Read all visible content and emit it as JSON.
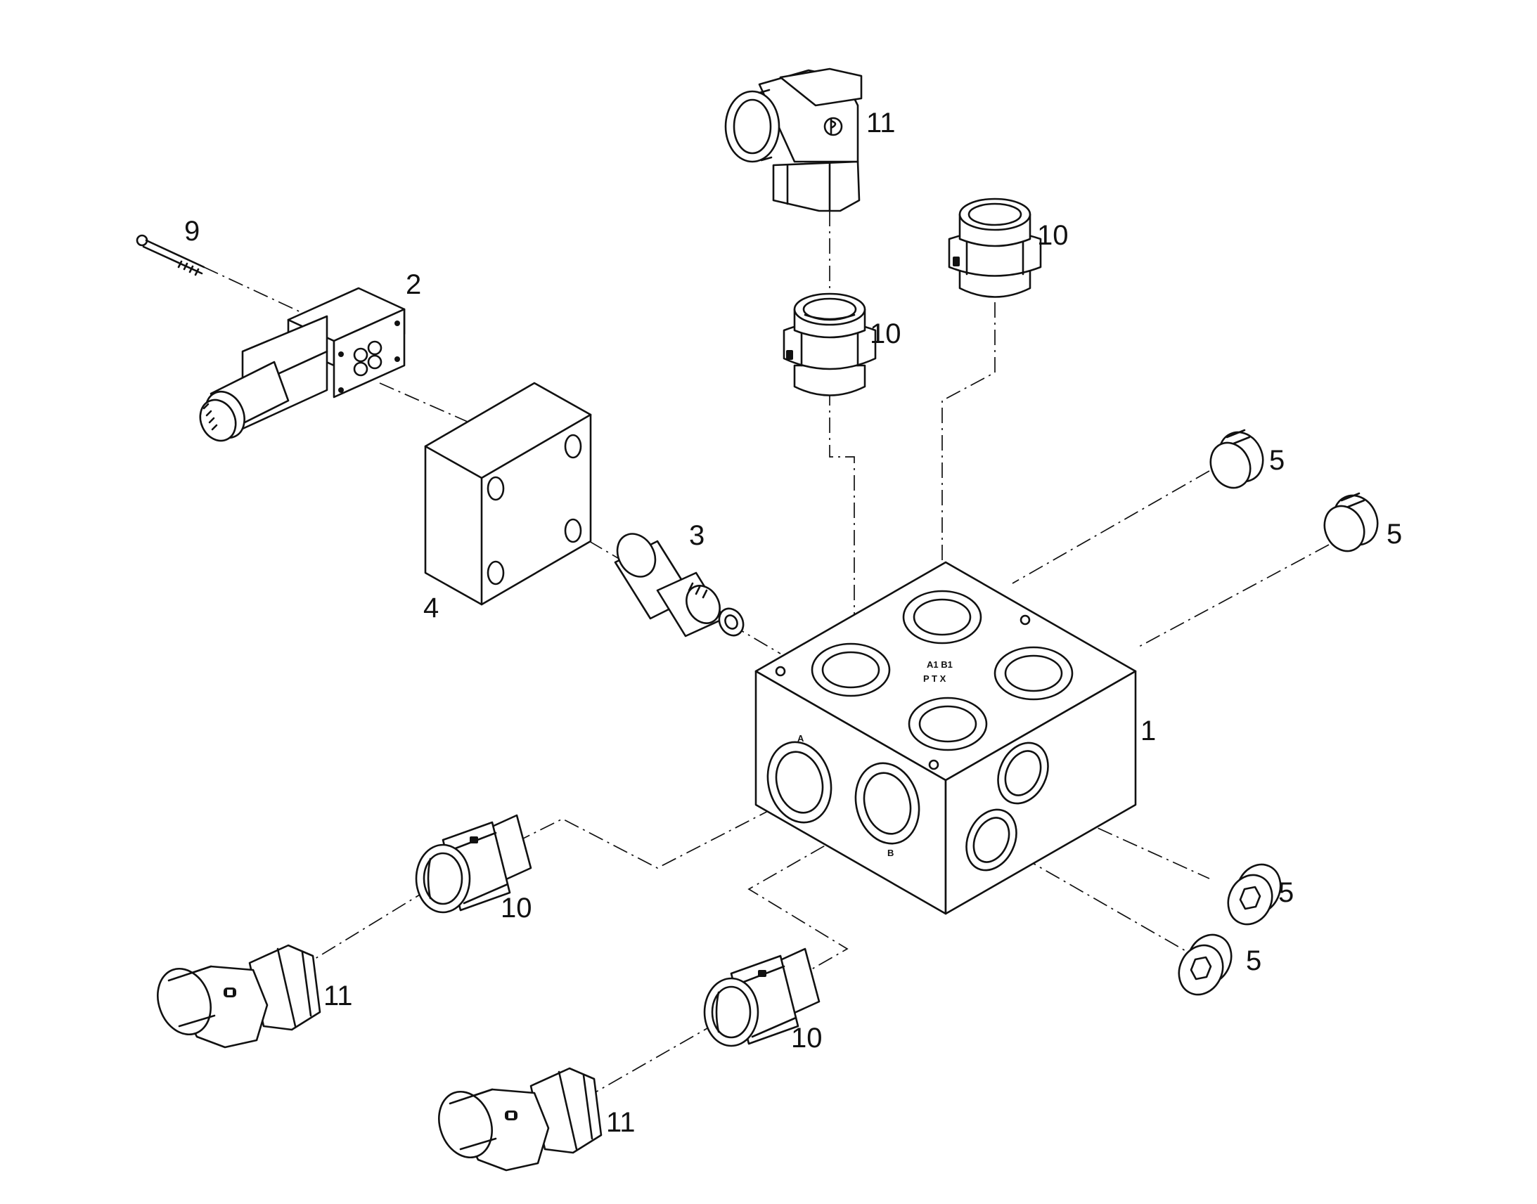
{
  "callouts": {
    "c11_top": "11",
    "c10_top_right": "10",
    "c10_top_mid": "10",
    "c9": "9",
    "c2": "2",
    "c3": "3",
    "c4": "4",
    "c1": "1",
    "c5_a": "5",
    "c5_b": "5",
    "c5_c": "5",
    "c5_d": "5",
    "c10_left": "10",
    "c11_left": "11",
    "c10_bottom": "10",
    "c11_bottom": "11"
  },
  "block_markings": {
    "top_code_1": "A1 B1",
    "top_code_2": "P T X",
    "port_a": "A",
    "port_b": "B"
  }
}
